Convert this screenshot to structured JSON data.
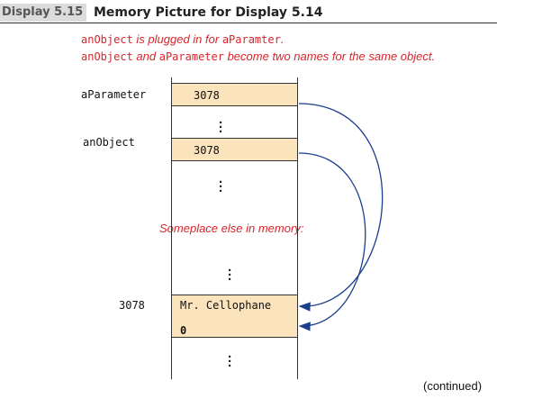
{
  "header": {
    "display_number": "Display 5.15",
    "title": "Memory Picture for Display 5.14"
  },
  "notes": {
    "line1_code1": "anObject",
    "line1_text": " is plugged in for ",
    "line1_code2": "aParamter",
    "line1_end": ".",
    "line2_code1": "anObject",
    "line2_text1": " and ",
    "line2_code2": "aParameter",
    "line2_text2": " become two names for the same object."
  },
  "memory": {
    "aParameter_label": "aParameter",
    "aParameter_value": "3078",
    "anObject_label": "anObject",
    "anObject_value": "3078",
    "someplace_text": "Someplace else in memory:",
    "address_label": "3078",
    "object_name": "Mr. Cellophane",
    "object_number": "0"
  },
  "footer": {
    "continued": "(continued)"
  },
  "colors": {
    "accent_red": "#d4262c",
    "cell_fill": "#fbe3bc"
  }
}
